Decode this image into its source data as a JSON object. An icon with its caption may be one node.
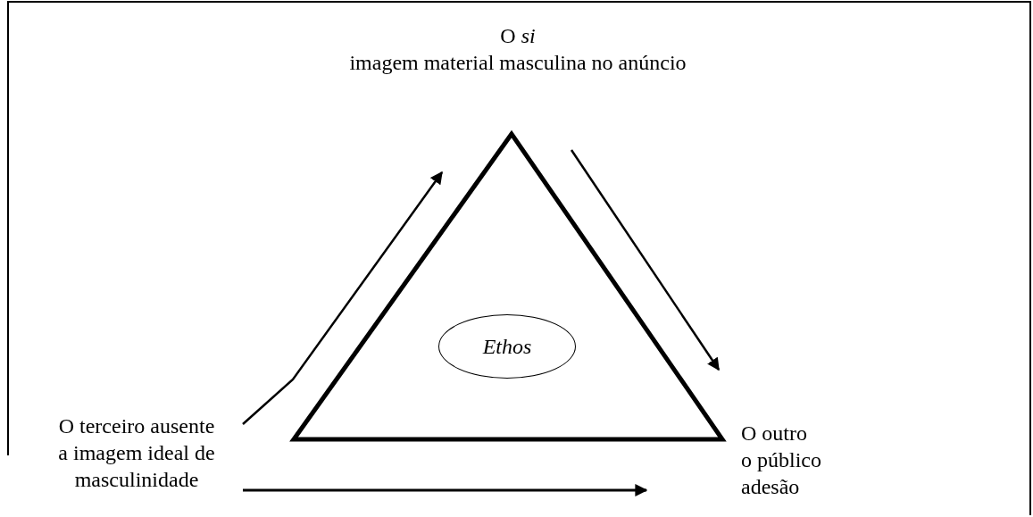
{
  "diagram": {
    "nodes": [
      {
        "text": [
          "O *si*",
          "imagem material masculina no anúncio"
        ]
      },
      {
        "text": [],
        "shape": "triangle"
      },
      {
        "text": [
          "Ethos"
        ],
        "in": 1
      },
      {
        "text": [
          "O terceiro ausente",
          "a imagem ideal de masculinidade"
        ]
      },
      {
        "text": [
          "O outro",
          "o público",
          "adesão"
        ]
      }
    ],
    "edges": [
      {
        "from": 3,
        "to": 0,
        "arrow": "to"
      },
      {
        "from": 0,
        "to": 4,
        "arrow": "to"
      },
      {
        "from": 3,
        "to": 4,
        "arrow": "to"
      }
    ]
  }
}
